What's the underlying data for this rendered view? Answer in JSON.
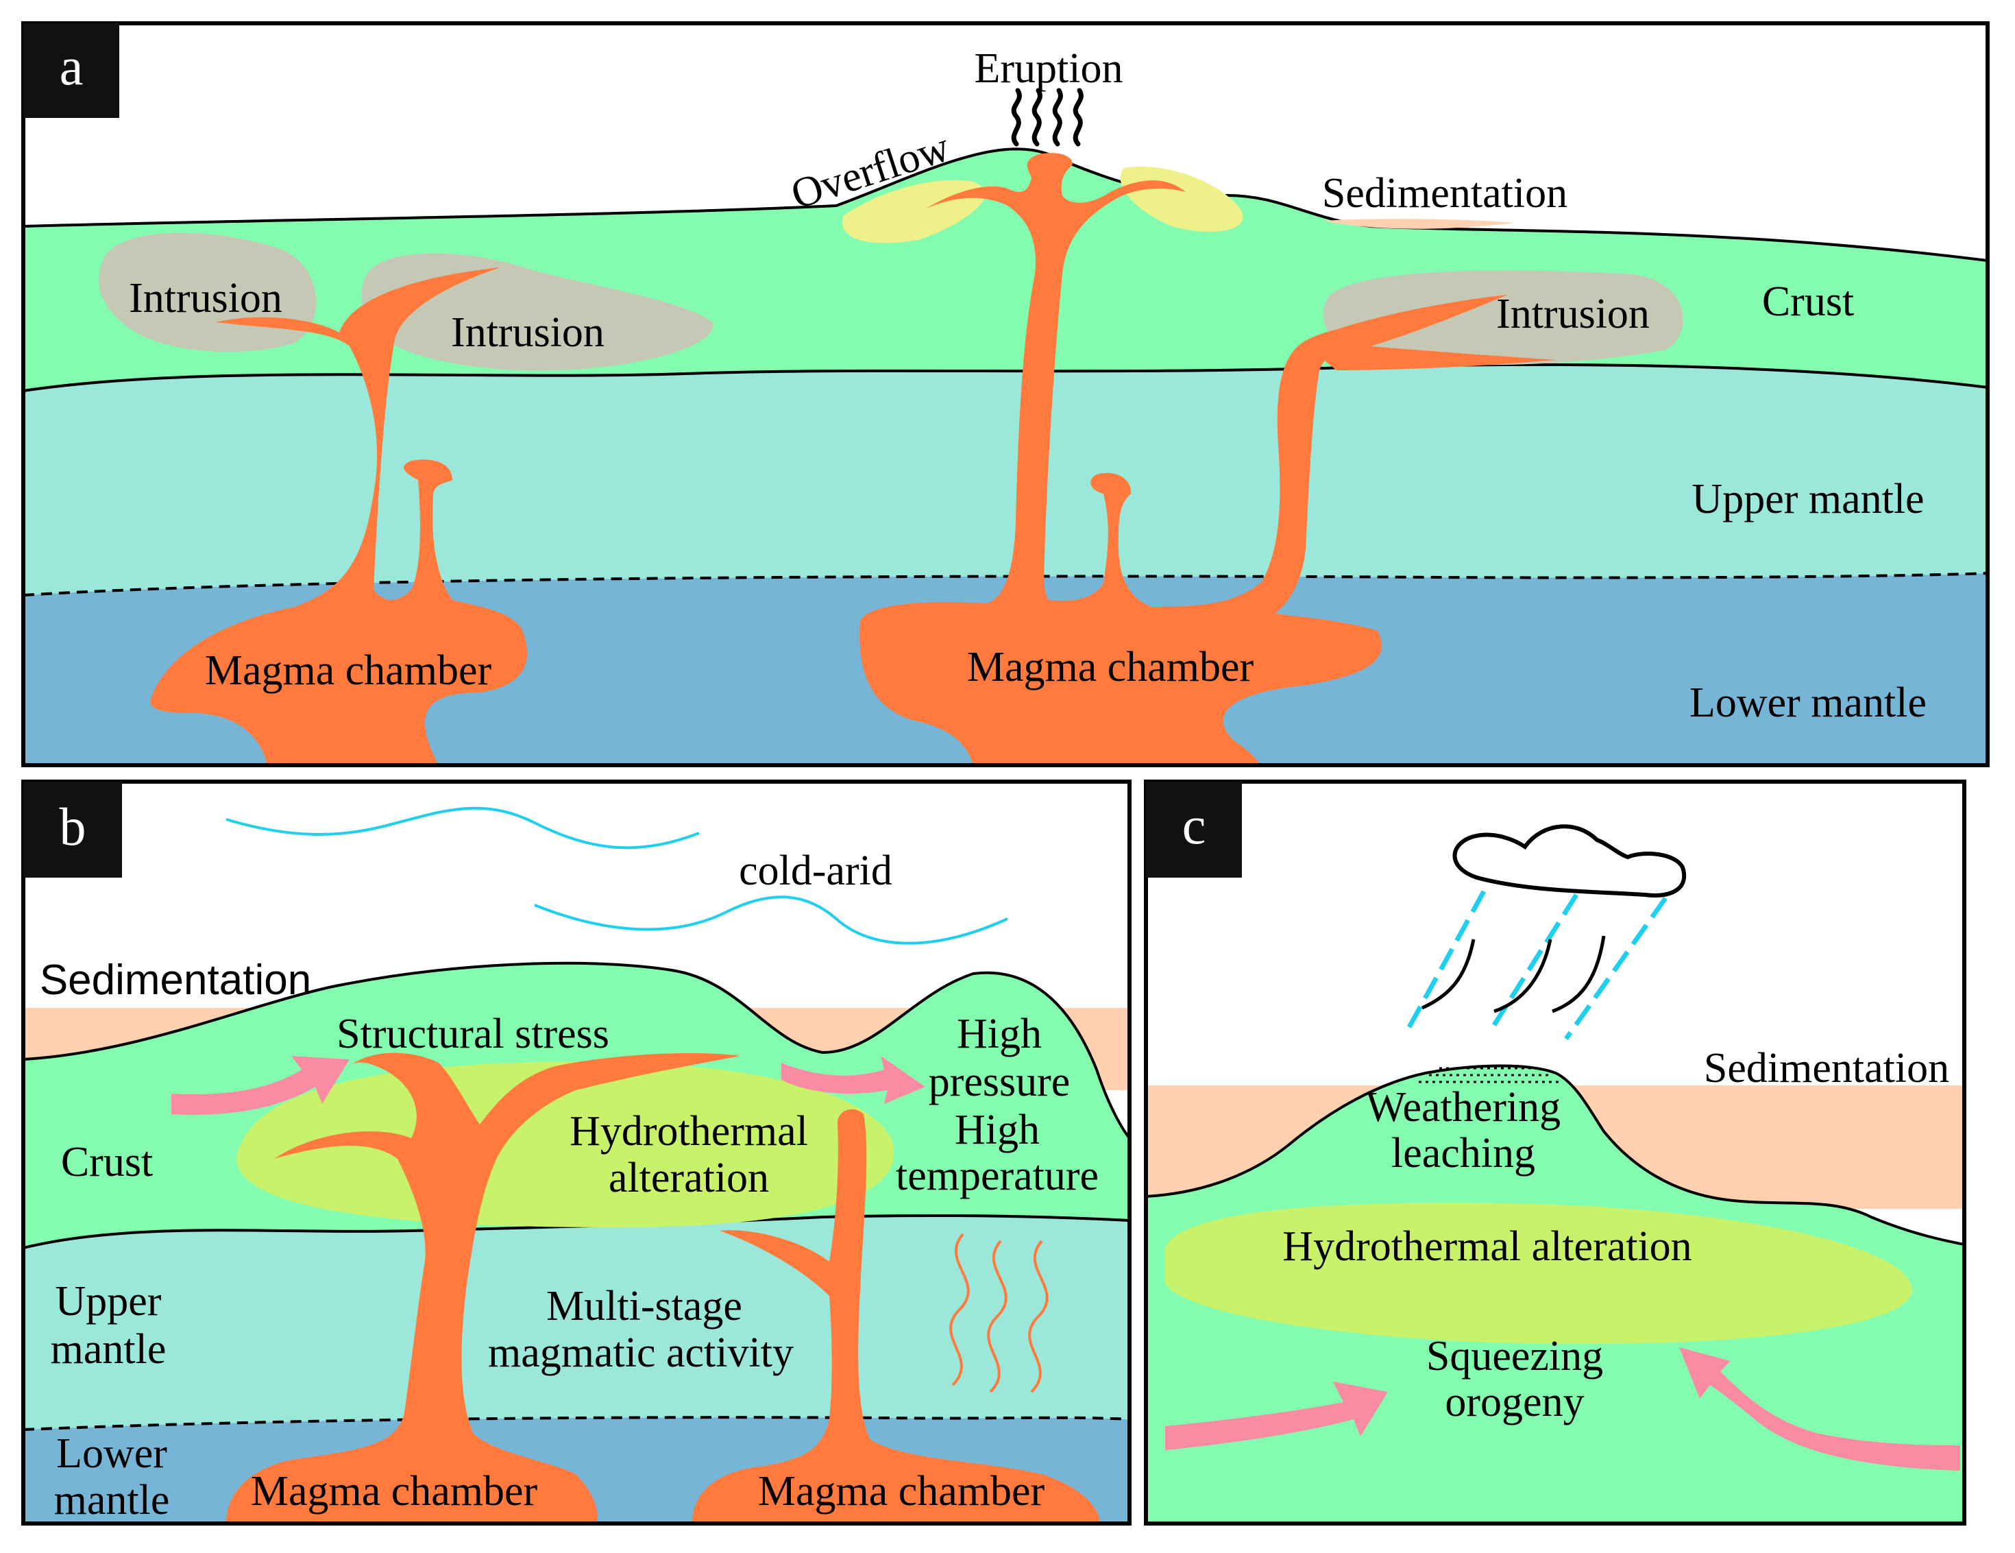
{
  "colors": {
    "crust": "#84FCB0",
    "upper_mantle": "#9BE8DA",
    "lower_mantle": "#77B5D6",
    "magma": "#FF7A3C",
    "intrusion": "#C4C8B5",
    "overflow": "#EEF08A",
    "sediment": "#FFD1B0",
    "hydrothermal": "#C8F26A",
    "stress_arrow": "#F98CA2",
    "climate": "#1ED0EE",
    "rain": "#1ED0EE",
    "outline": "#000000",
    "sky": "#FFFFFF",
    "pink_text": "#F79CB4",
    "orange_text": "#F98A58"
  },
  "icons": {
    "eruption": "steam-squiggle-icon",
    "cloud": "cloud-icon",
    "rain": "rain-icon",
    "heat": "heat-wave-icon",
    "arrow": "arrow-icon"
  },
  "panel_a": {
    "letter": "a",
    "labels": {
      "eruption": "Eruption",
      "overflow": "Overflow",
      "sedimentation": "Sedimentation",
      "intrusion_1": "Intrusion",
      "intrusion_2": "Intrusion",
      "intrusion_3": "Intrusion",
      "crust": "Crust",
      "upper_mantle": "Upper mantle",
      "lower_mantle": "Lower mantle",
      "magma_chamber_1": "Magma chamber",
      "magma_chamber_2": "Magma chamber"
    }
  },
  "panel_b": {
    "letter": "b",
    "labels": {
      "cold_arid": "cold-arid",
      "sedimentation": "Sedimentation",
      "structural_stress": "Structural stress",
      "high_pressure_1": "High",
      "high_pressure_2": "pressure",
      "high_temp_1": "High",
      "high_temp_2": "temperature",
      "hydrothermal_1": "Hydrothermal",
      "hydrothermal_2": "alteration",
      "crust": "Crust",
      "upper_mantle_1": "Upper",
      "upper_mantle_2": "mantle",
      "lower_mantle_1": "Lower",
      "lower_mantle_2": "mantle",
      "multistage_1": "Multi-stage",
      "multistage_2": "magmatic activity",
      "magma_chamber_1": "Magma chamber",
      "magma_chamber_2": "Magma chamber"
    }
  },
  "panel_c": {
    "letter": "c",
    "labels": {
      "sedimentation": "Sedimentation",
      "weathering_1": "Weathering",
      "weathering_2": "leaching",
      "hydrothermal": "Hydrothermal alteration",
      "squeezing_1": "Squeezing",
      "squeezing_2": "orogeny"
    }
  }
}
